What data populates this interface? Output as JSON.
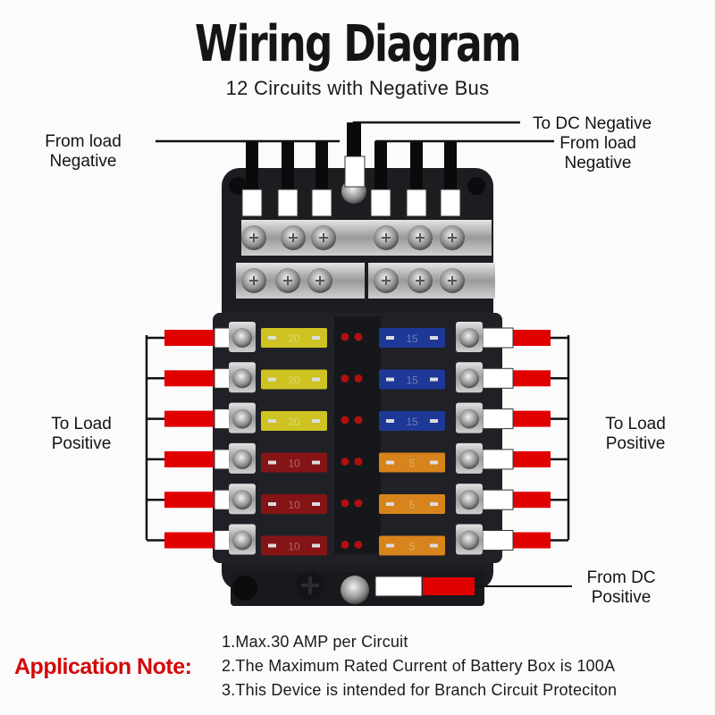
{
  "header": {
    "title": "Wiring Diagram",
    "subtitle": "12 Circuits with Negative Bus"
  },
  "labels": {
    "from_load_negative_left": [
      "From load",
      "Negative"
    ],
    "from_load_negative_right": [
      "From load",
      "Negative"
    ],
    "to_dc_negative": "To DC Negative",
    "to_load_positive_left": [
      "To Load",
      "Positive"
    ],
    "to_load_positive_right": [
      "To Load",
      "Positive"
    ],
    "from_dc_positive": [
      "From DC",
      "Positive"
    ]
  },
  "fuse_box": {
    "circuits": 12,
    "negative_bus_terminals": 12,
    "left_fuses": [
      {
        "rating": "20",
        "color": "#d8cc22"
      },
      {
        "rating": "20",
        "color": "#d8cc22"
      },
      {
        "rating": "20",
        "color": "#d8cc22"
      },
      {
        "rating": "10",
        "color": "#8a1414"
      },
      {
        "rating": "10",
        "color": "#8a1414"
      },
      {
        "rating": "10",
        "color": "#8a1414"
      }
    ],
    "right_fuses": [
      {
        "rating": "15",
        "color": "#1e3a9c"
      },
      {
        "rating": "15",
        "color": "#1e3a9c"
      },
      {
        "rating": "15",
        "color": "#1e3a9c"
      },
      {
        "rating": "5",
        "color": "#e08a1a"
      },
      {
        "rating": "5",
        "color": "#e08a1a"
      },
      {
        "rating": "5",
        "color": "#e08a1a"
      }
    ],
    "colors": {
      "housing": "#1c1d21",
      "wire_positive": "#e00000",
      "wire_negative": "#0a0a0a",
      "led": "#b01010"
    }
  },
  "application_note": {
    "title": "Application Note:",
    "lines": [
      "1.Max.30 AMP per Circuit",
      "2.The Maximum Rated Current of Battery Box is 100A",
      "3.This Device is intended for Branch Circuit Proteciton"
    ]
  }
}
